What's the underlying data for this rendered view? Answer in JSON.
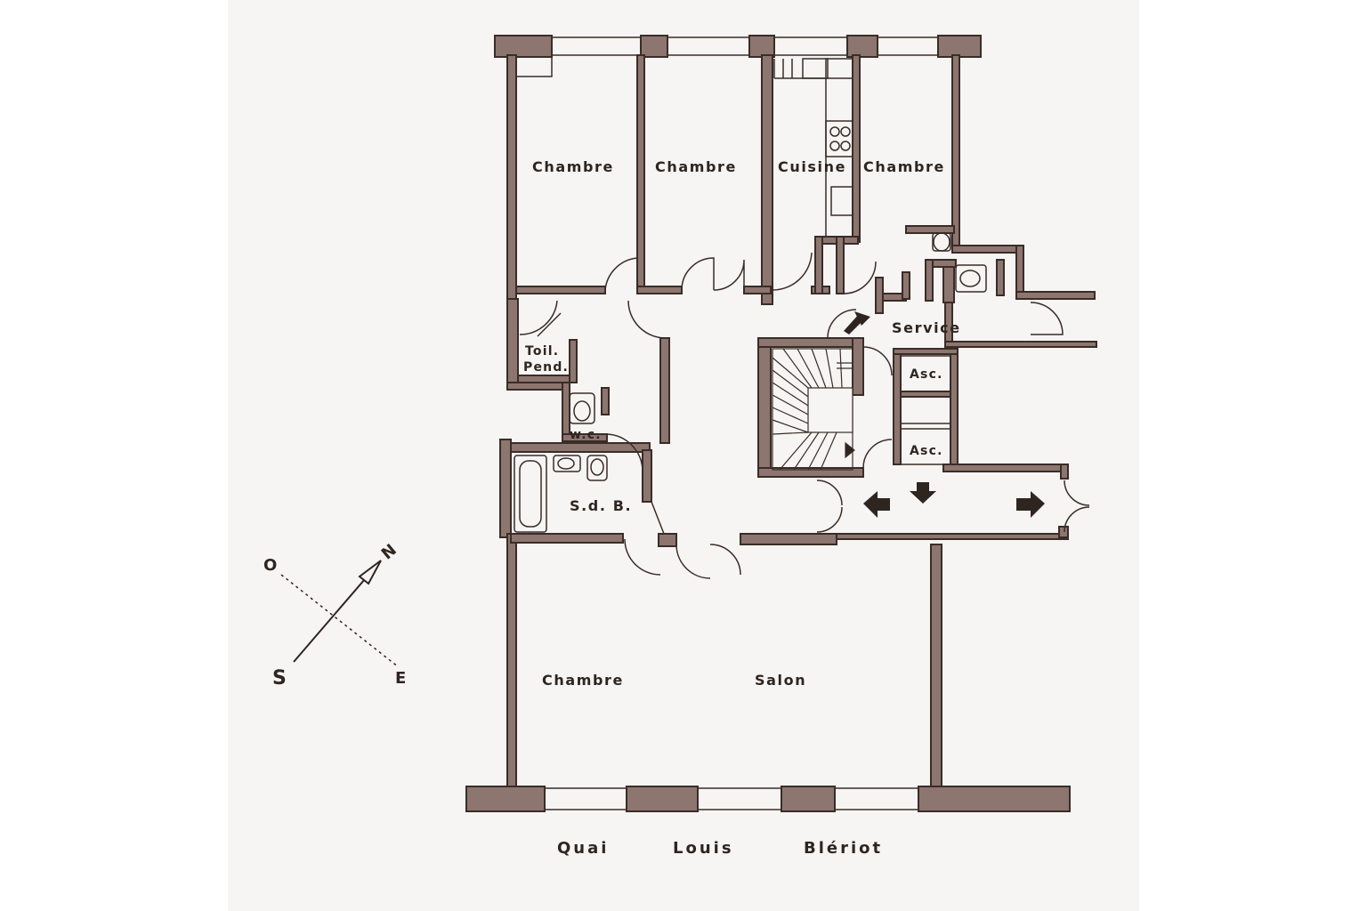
{
  "colors": {
    "wall": "#8d7670",
    "outline": "#3a2c27",
    "paper": "#f6f5f3",
    "page": "#ffffff"
  },
  "rooms": {
    "chambre_1": "Chambre",
    "chambre_2": "Chambre",
    "cuisine": "Cuisine",
    "chambre_3": "Chambre",
    "service": "Service",
    "toilette_line1": "Toil.",
    "toilette_line2": "Pend.",
    "wc": "w.c.",
    "asc_1": "Asc.",
    "asc_2": "Asc.",
    "sdb": "S.d. B.",
    "chambre_4": "Chambre",
    "salon": "Salon"
  },
  "street": {
    "word1": "Quai",
    "word2": "Louis",
    "word3": "Blériot"
  },
  "compass": {
    "west": "O",
    "north": "N",
    "south": "S",
    "east": "E"
  },
  "icons": [
    "arrow-left-icon",
    "arrow-down-icon",
    "arrow-right-icon",
    "staircase-icon",
    "toilet-icon",
    "bathtub-icon",
    "washbasin-icon",
    "stove-icon",
    "sink-icon",
    "north-arrow-icon"
  ]
}
